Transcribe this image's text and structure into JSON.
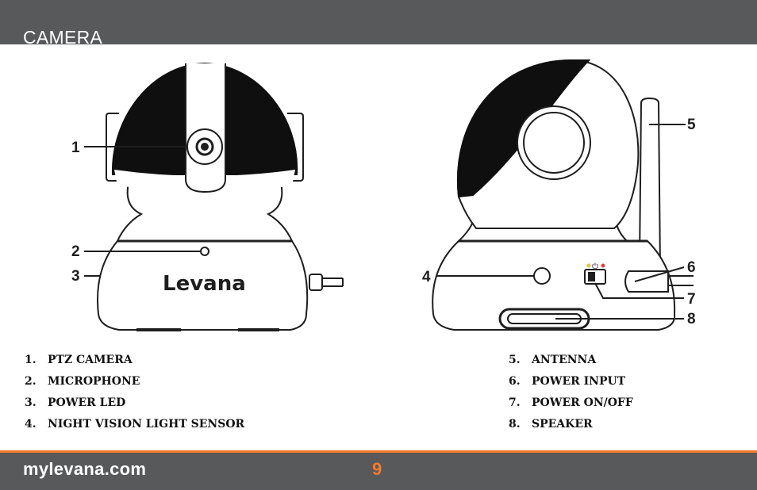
{
  "header": {
    "title": "CAMERA"
  },
  "brand": {
    "logo_text": "Levana"
  },
  "callouts": [
    "1",
    "2",
    "3",
    "4",
    "5",
    "6",
    "7",
    "8"
  ],
  "parts_left": [
    {
      "num": "1.",
      "label": "PTZ CAMERA"
    },
    {
      "num": "2.",
      "label": "MICROPHONE"
    },
    {
      "num": "3.",
      "label": "POWER LED"
    },
    {
      "num": "4.",
      "label": "NIGHT VISION LIGHT SENSOR"
    }
  ],
  "parts_right": [
    {
      "num": "5.",
      "label": "ANTENNA"
    },
    {
      "num": "6.",
      "label": "POWER INPUT"
    },
    {
      "num": "7.",
      "label": "POWER ON/OFF"
    },
    {
      "num": "8.",
      "label": "SPEAKER"
    }
  ],
  "footer": {
    "site": "mylevana.com",
    "page_number": "9"
  },
  "colors": {
    "header_bg": "#58595b",
    "accent": "#f47b2a",
    "ink": "#1e1e1e"
  }
}
